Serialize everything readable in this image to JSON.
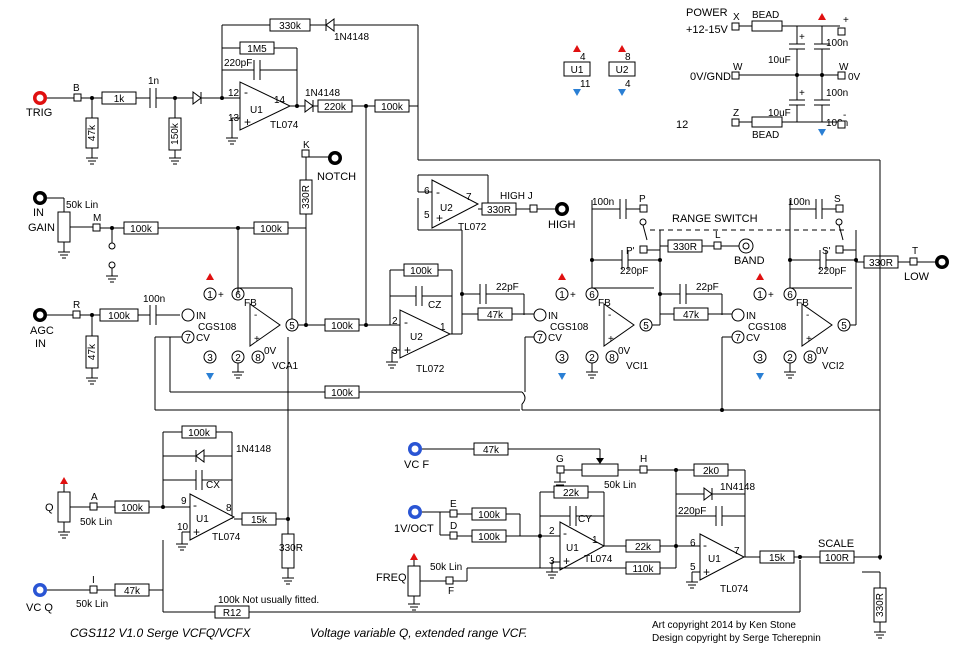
{
  "footer": {
    "title": "CGS112 V1.0 Serge VCFQ/VCFX",
    "subtitle": "Voltage variable Q, extended range VCF.",
    "art_copyright": "Art copyright 2014 by Ken Stone",
    "design_copyright": "Design copyright by Serge Tcherepnin"
  },
  "jacks": {
    "trig": "TRIG",
    "in_gain": "IN",
    "gain": "GAIN",
    "agc_in_1": "AGC",
    "agc_in_2": "IN",
    "notch": "NOTCH",
    "high": "HIGH",
    "band": "BAND",
    "low": "LOW",
    "vcf": "VC F",
    "voct": "1V/OCT",
    "vcq": "VC Q",
    "freq": "FREQ",
    "q": "Q"
  },
  "pins": {
    "B": "B",
    "M": "M",
    "R": "R",
    "K": "K",
    "J": "HIGH J",
    "P1": "P",
    "P2": "P'",
    "L": "L",
    "S1": "S",
    "S2": "S'",
    "T": "T",
    "G": "G",
    "H": "H",
    "E": "E",
    "D": "D",
    "F": "F",
    "A": "A",
    "I": "I",
    "X": "X",
    "W": "W",
    "Z": "Z",
    "W2": "W"
  },
  "resistors": {
    "r1k": "1k",
    "r47k_a": "47k",
    "r150k": "150k",
    "r330k": "330k",
    "r1m5": "1M5",
    "r220k": "220k",
    "r100k_a": "100k",
    "r330r_notch": "330R",
    "r100k_gain": "100k",
    "r100k_fb": "100k",
    "r100k_agc": "100k",
    "r47k_agc": "47k",
    "r100k_mid": "100k",
    "r100k_cz": "100k",
    "r330r_high": "330R",
    "r47k_vci1": "47k",
    "r47k_vci2": "47k",
    "r330r_band": "330R",
    "r330r_low": "330R",
    "r100k_loop": "100k",
    "r100k_q_fb": "100k",
    "r100k_q": "100k",
    "r15k_q": "15k",
    "r330r_q": "330R",
    "r47k_vcq": "47k",
    "r12": "R12",
    "r12_note": "100k Not usually fitted.",
    "r47k_vcf": "47k",
    "r2k0": "2k0",
    "r22k_a": "22k",
    "r100k_e": "100k",
    "r100k_d": "100k",
    "r22k_b": "22k",
    "r110k": "110k",
    "r15k_out": "15k",
    "r100r_scale": "100R",
    "r330r_scale": "330R",
    "bead_top": "BEAD",
    "bead_bot": "BEAD"
  },
  "capacitors": {
    "c1n": "1n",
    "c220pf_top": "220pF",
    "c22pf_a": "22pF",
    "c22pf_b": "22pF",
    "c100n_agc": "100n",
    "cz": "CZ",
    "c100n_vci1": "100n",
    "c220pf_vci1": "220pF",
    "c100n_vci2": "100n",
    "c220pf_vci2": "220pF",
    "cx": "CX",
    "cy": "CY",
    "c220pf_out": "220pF",
    "c10uf_top": "10uF",
    "c10uf_bot": "10uF",
    "c100n_top": "100n",
    "c100n_mid": "100n",
    "c100n_bot": "100n"
  },
  "diodes": {
    "d1": "1N4148",
    "d2": "1N4148",
    "d3": "1N4148",
    "d4": "1N4148"
  },
  "ics": {
    "u1_trig": "U1",
    "u1_trig_type": "TL074",
    "u2_high": "U2",
    "u2_high_type": "TL072",
    "u2_cz": "U2",
    "u2_cz_type": "TL072",
    "vca1": "VCA1",
    "cgs108_a": "CGS108",
    "cgs108_b": "CGS108",
    "cgs108_c": "CGS108",
    "vci1": "VCI1",
    "vci2": "VCI2",
    "u1_q": "U1",
    "u1_q_type": "TL074",
    "u1_expo": "U1",
    "u1_expo_type": "TL074",
    "u1_out": "U1",
    "u1_out_type": "TL074"
  },
  "pots": {
    "gain_pot": "50k Lin",
    "q_pot": "50k Lin",
    "vcq_pot": "50k Lin",
    "freq_pot": "50k Lin",
    "expo_pot": "50k Lin"
  },
  "labels": {
    "range_switch": "RANGE SWITCH",
    "scale": "SCALE",
    "power": "POWER",
    "p12": "+12-15V",
    "gnd": "0V/GND",
    "n12": "12",
    "zero_v": "0V",
    "fb": "FB",
    "in": "IN",
    "cv": "CV",
    "plus": "+",
    "minus": "-",
    "u1_box": "U1",
    "u2_box": "U2",
    "pin4": "4",
    "pin11": "11",
    "pin8": "8",
    "pin4b": "4",
    "pwr_plus": "+",
    "pwr_minus": "-",
    "pwr_w": "W",
    "n1": "1",
    "n2": "2",
    "n3": "3",
    "n5": "5",
    "n6": "6",
    "n7": "7",
    "n8": "8",
    "n9": "9",
    "n10": "10",
    "n13": "13",
    "n14": "14"
  },
  "colors": {
    "positive_rail": "#e01010",
    "negative_rail": "#2a7fd4",
    "jack_trig": "#e01010",
    "jack_cv": "#2a55d4"
  }
}
